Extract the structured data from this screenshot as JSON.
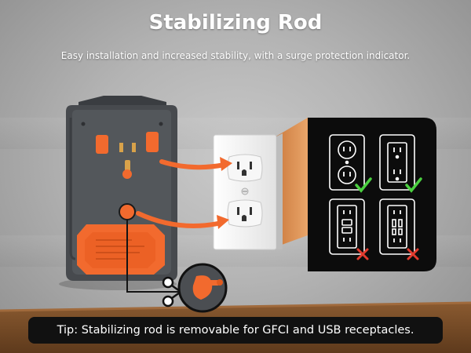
{
  "header": {
    "title": "Stabilizing Rod",
    "subtitle": "Easy installation and increased stability, with a surge protection indicator."
  },
  "panel": {
    "items": [
      {
        "icon": "duplex-outlet-icon",
        "status": "compatible",
        "status_icon": "check-icon"
      },
      {
        "icon": "decora-outlet-icon",
        "status": "compatible",
        "status_icon": "check-icon"
      },
      {
        "icon": "gfci-outlet-icon",
        "status": "incompatible",
        "status_icon": "cross-icon"
      },
      {
        "icon": "usb-outlet-icon",
        "status": "incompatible",
        "status_icon": "cross-icon"
      }
    ]
  },
  "tip": {
    "text": "Tip: Stabilizing rod is removable for GFCI and USB receptacles."
  },
  "colors": {
    "accent_orange": "#f26a2e",
    "device_body": "#474a4e",
    "check_green": "#4bd040",
    "cross_red": "#e23b2e",
    "panel_bg": "#0c0c0c",
    "tip_bar_bg": "#111111"
  }
}
